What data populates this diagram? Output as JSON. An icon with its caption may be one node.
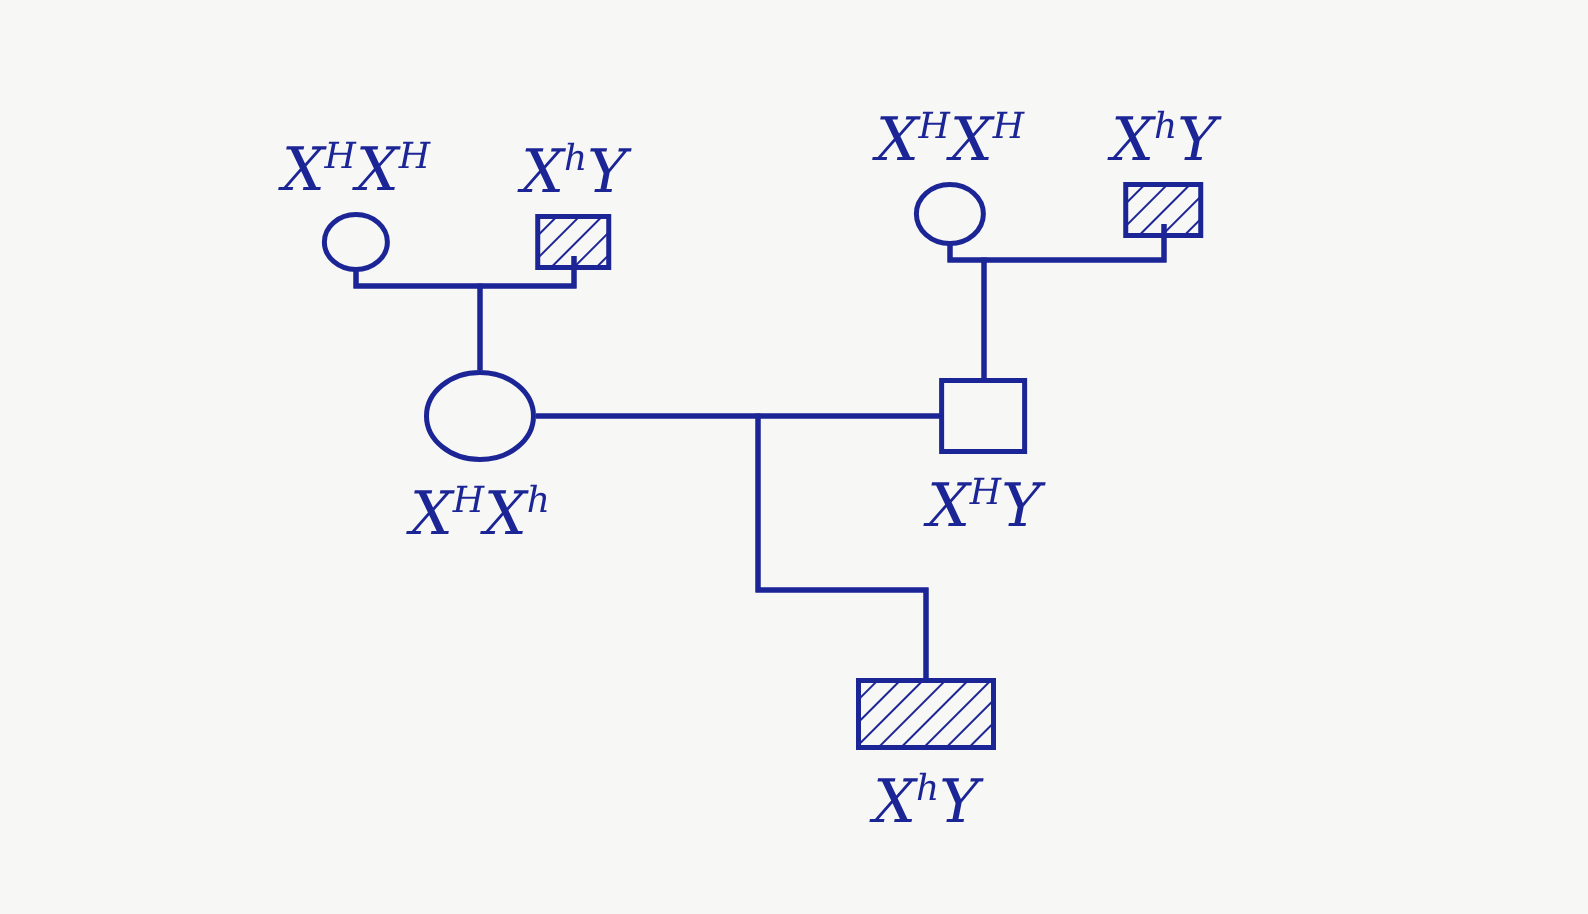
{
  "diagram": {
    "nodes": [
      {
        "text": [
          "X$^{H}$X$^{H}$"
        ]
      },
      {
        "text": [
          "X$^{h}$Y"
        ]
      },
      {
        "text": [
          "X$^{H}$X$^{H}$"
        ]
      },
      {
        "text": [
          "X$^{h}$Y"
        ]
      },
      {
        "text": [
          "X$^{H}$X$^{h}$"
        ]
      },
      {
        "text": [
          "X$^{H}$Y"
        ]
      },
      {
        "text": [
          "X$^{h}$Y"
        ]
      }
    ],
    "edges": [
      {
        "from": 0,
        "to": 1,
        "arrow": "none"
      },
      {
        "from": 2,
        "to": 3,
        "arrow": "none"
      },
      {
        "from": 0,
        "to": 4,
        "arrow": "none"
      },
      {
        "from": 1,
        "to": 4,
        "arrow": "none"
      },
      {
        "from": 2,
        "to": 5,
        "arrow": "none"
      },
      {
        "from": 3,
        "to": 5,
        "arrow": "none"
      },
      {
        "from": 4,
        "to": 5,
        "arrow": "none"
      },
      {
        "from": 4,
        "to": 6,
        "arrow": "none"
      },
      {
        "from": 5,
        "to": 6,
        "arrow": "none"
      }
    ]
  }
}
